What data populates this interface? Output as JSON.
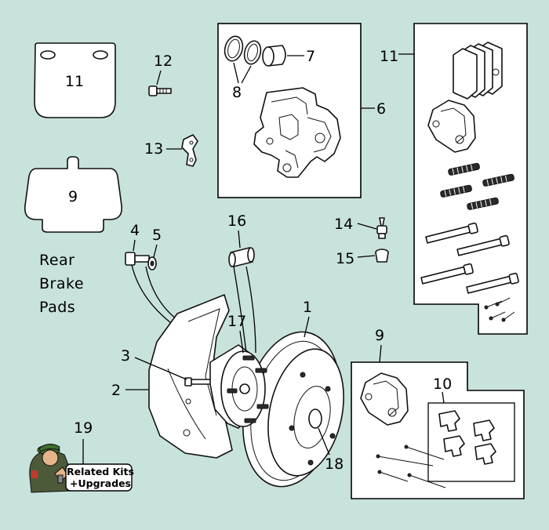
{
  "callouts": {
    "n1": "1",
    "n2": "2",
    "n3": "3",
    "n4": "4",
    "n5": "5",
    "n6": "6",
    "n7": "7",
    "n8": "8",
    "n9_left": "9",
    "n9_right": "9",
    "n10": "10",
    "n11_left": "11",
    "n11_right": "11",
    "n12": "12",
    "n13": "13",
    "n14": "14",
    "n15": "15",
    "n16": "16",
    "n17": "17",
    "n18": "18",
    "n19": "19"
  },
  "caption": {
    "line1": "Rear",
    "line2": "Brake",
    "line3": "Pads"
  },
  "related_button": {
    "line1": "Related Kits",
    "line2": "+Upgrades"
  },
  "colors": {
    "background": "#c8e2dc",
    "panel": "#ffffff",
    "ink": "#000000"
  }
}
